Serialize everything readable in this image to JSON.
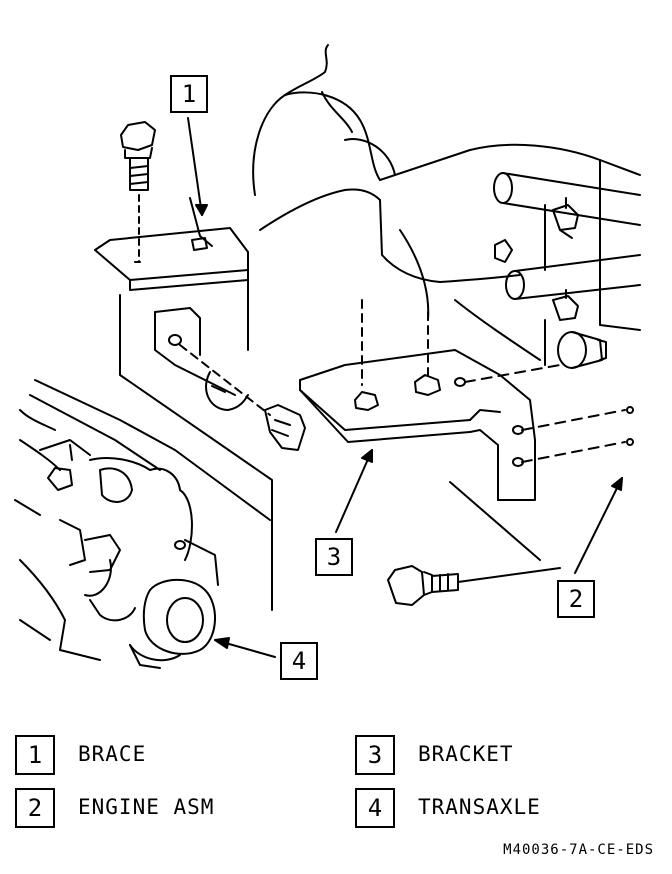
{
  "callouts": [
    {
      "num": "1"
    },
    {
      "num": "2"
    },
    {
      "num": "3"
    },
    {
      "num": "4"
    }
  ],
  "legend": [
    {
      "num": "1",
      "label": "BRACE"
    },
    {
      "num": "2",
      "label": "ENGINE ASM"
    },
    {
      "num": "3",
      "label": "BRACKET"
    },
    {
      "num": "4",
      "label": "TRANSAXLE"
    }
  ],
  "figure_code": "M40036-7A-CE-EDS"
}
